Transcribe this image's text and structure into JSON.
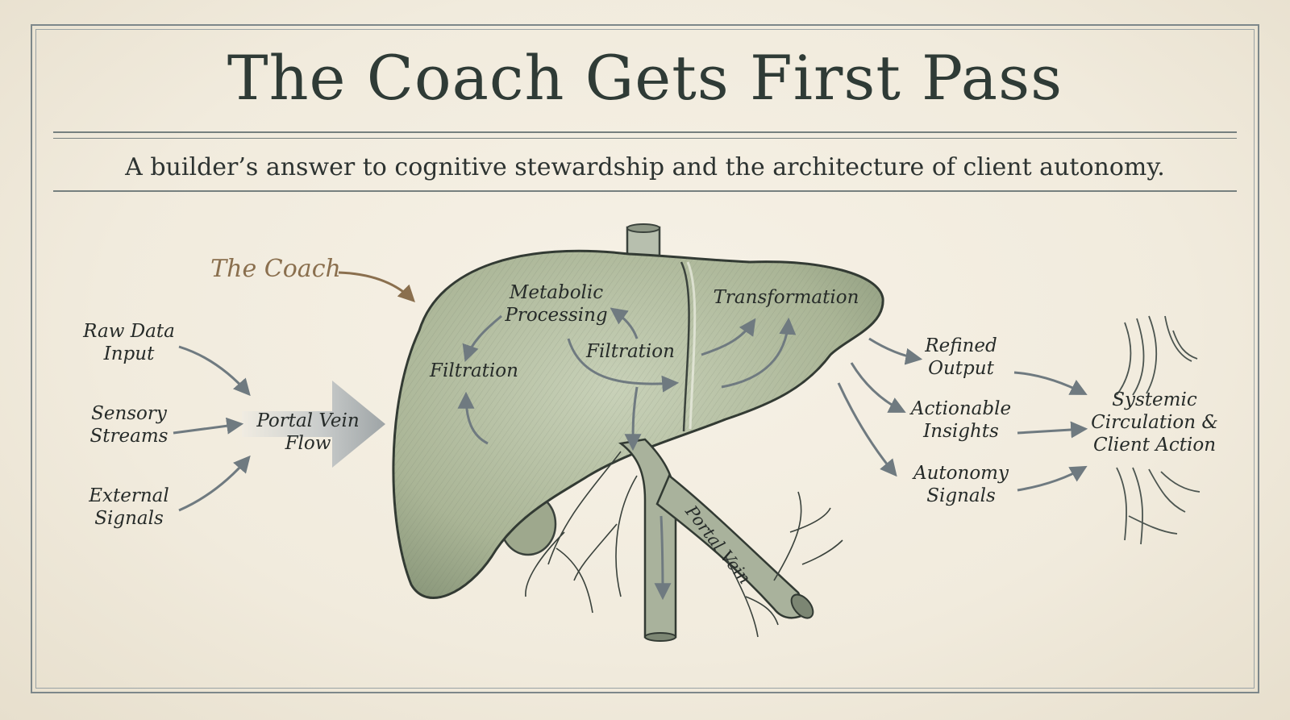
{
  "title": "The Coach Gets First Pass",
  "subtitle": "A builder’s answer to cognitive stewardship and the architecture of client autonomy.",
  "diagram": {
    "coach_label": "The Coach",
    "inputs": [
      {
        "line1": "Raw Data",
        "line2": "Input"
      },
      {
        "line1": "Sensory",
        "line2": "Streams"
      },
      {
        "line1": "External",
        "line2": "Signals"
      }
    ],
    "portal_flow": {
      "line1": "Portal Vein",
      "line2": "Flow"
    },
    "liver_labels": {
      "metabolic": {
        "line1": "Metabolic",
        "line2": "Processing"
      },
      "filtration_left": "Filtration",
      "filtration_center": "Filtration",
      "transformation": "Transformation",
      "portal_vein": "Portal Vein"
    },
    "outputs": [
      {
        "line1": "Refined",
        "line2": "Output"
      },
      {
        "line1": "Actionable",
        "line2": "Insights"
      },
      {
        "line1": "Autonomy",
        "line2": "Signals"
      }
    ],
    "destination": {
      "line1": "Systemic",
      "line2": "Circulation &",
      "line3": "Client Action"
    }
  },
  "colors": {
    "paper": "#f3eee2",
    "ink": "#2f3b36",
    "liver_fill": "#b9c4a8",
    "coach_accent": "#8a6f4e",
    "arrow": "#6f7a80"
  }
}
